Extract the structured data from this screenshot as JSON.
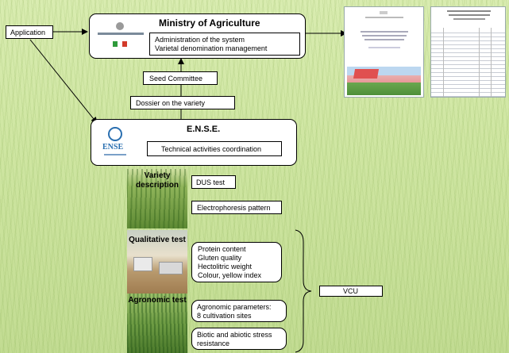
{
  "application": "Application",
  "ministry": {
    "title": "Ministry of Agriculture",
    "lines": [
      "Administration of the system",
      "Varietal denomination management"
    ]
  },
  "seed_committee": "Seed Committee",
  "dossier": "Dossier on the variety",
  "ense": {
    "title": "E.N.S.E.",
    "logo_text": "ENSE",
    "activity": "Technical activities coordination"
  },
  "sections": {
    "variety_description": "Variety description",
    "qualitative_test": "Qualitative test",
    "agronomic_test": "Agronomic test"
  },
  "tests": {
    "dus": "DUS test",
    "electrophoresis": "Electrophoresis pattern",
    "qualitative": [
      "Protein content",
      "Gluten quality",
      "Hectolitric weight",
      "Colour, yellow index"
    ],
    "agronomic": [
      "Agronomic parameters:",
      "8 cultivation sites"
    ],
    "stress": [
      "Biotic and abiotic stress",
      "resistance"
    ]
  },
  "vcu": "VCU",
  "colors": {
    "flag_green": "#2e9a3a",
    "flag_red": "#d23a2a",
    "logo_blue": "#2a6fb0"
  }
}
